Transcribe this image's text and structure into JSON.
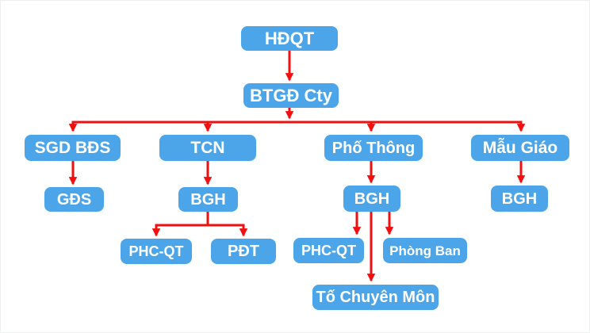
{
  "colors": {
    "box": "#4DA5E9",
    "arrow": "#F10F0F",
    "text": "#FFFFFF",
    "background": "#FFFFFF"
  },
  "nodes": {
    "hdqt": {
      "label": "HĐQT"
    },
    "btgd_cty": {
      "label": "BTGĐ Cty"
    },
    "sgd_bds": {
      "label": "SGD BĐS"
    },
    "tcn": {
      "label": "TCN"
    },
    "pho_thong": {
      "label": "Phố Thông"
    },
    "mau_giao": {
      "label": "Mẫu Giáo"
    },
    "gds": {
      "label": "GĐS"
    },
    "bgh_tcn": {
      "label": "BGH"
    },
    "bgh_pho_thong": {
      "label": "BGH"
    },
    "bgh_mau_giao": {
      "label": "BGH"
    },
    "phc_qt_tcn": {
      "label": "PHC-QT"
    },
    "pdt": {
      "label": "PĐT"
    },
    "phc_qt_pho_thong": {
      "label": "PHC-QT"
    },
    "phong_ban": {
      "label": "Phòng Ban"
    },
    "to_chuyen_mon": {
      "label": "Tố Chuyên Môn"
    }
  },
  "hierarchy": {
    "HĐQT": {
      "BTGĐ Cty": {
        "SGD BĐS": {
          "GĐS": {}
        },
        "TCN": {
          "BGH": {
            "PHC-QT": {},
            "PĐT": {}
          }
        },
        "Phố Thông": {
          "BGH": {
            "PHC-QT": {},
            "Tố Chuyên Môn": {},
            "Phòng Ban": {}
          }
        },
        "Mẫu Giáo": {
          "BGH": {}
        }
      }
    }
  }
}
